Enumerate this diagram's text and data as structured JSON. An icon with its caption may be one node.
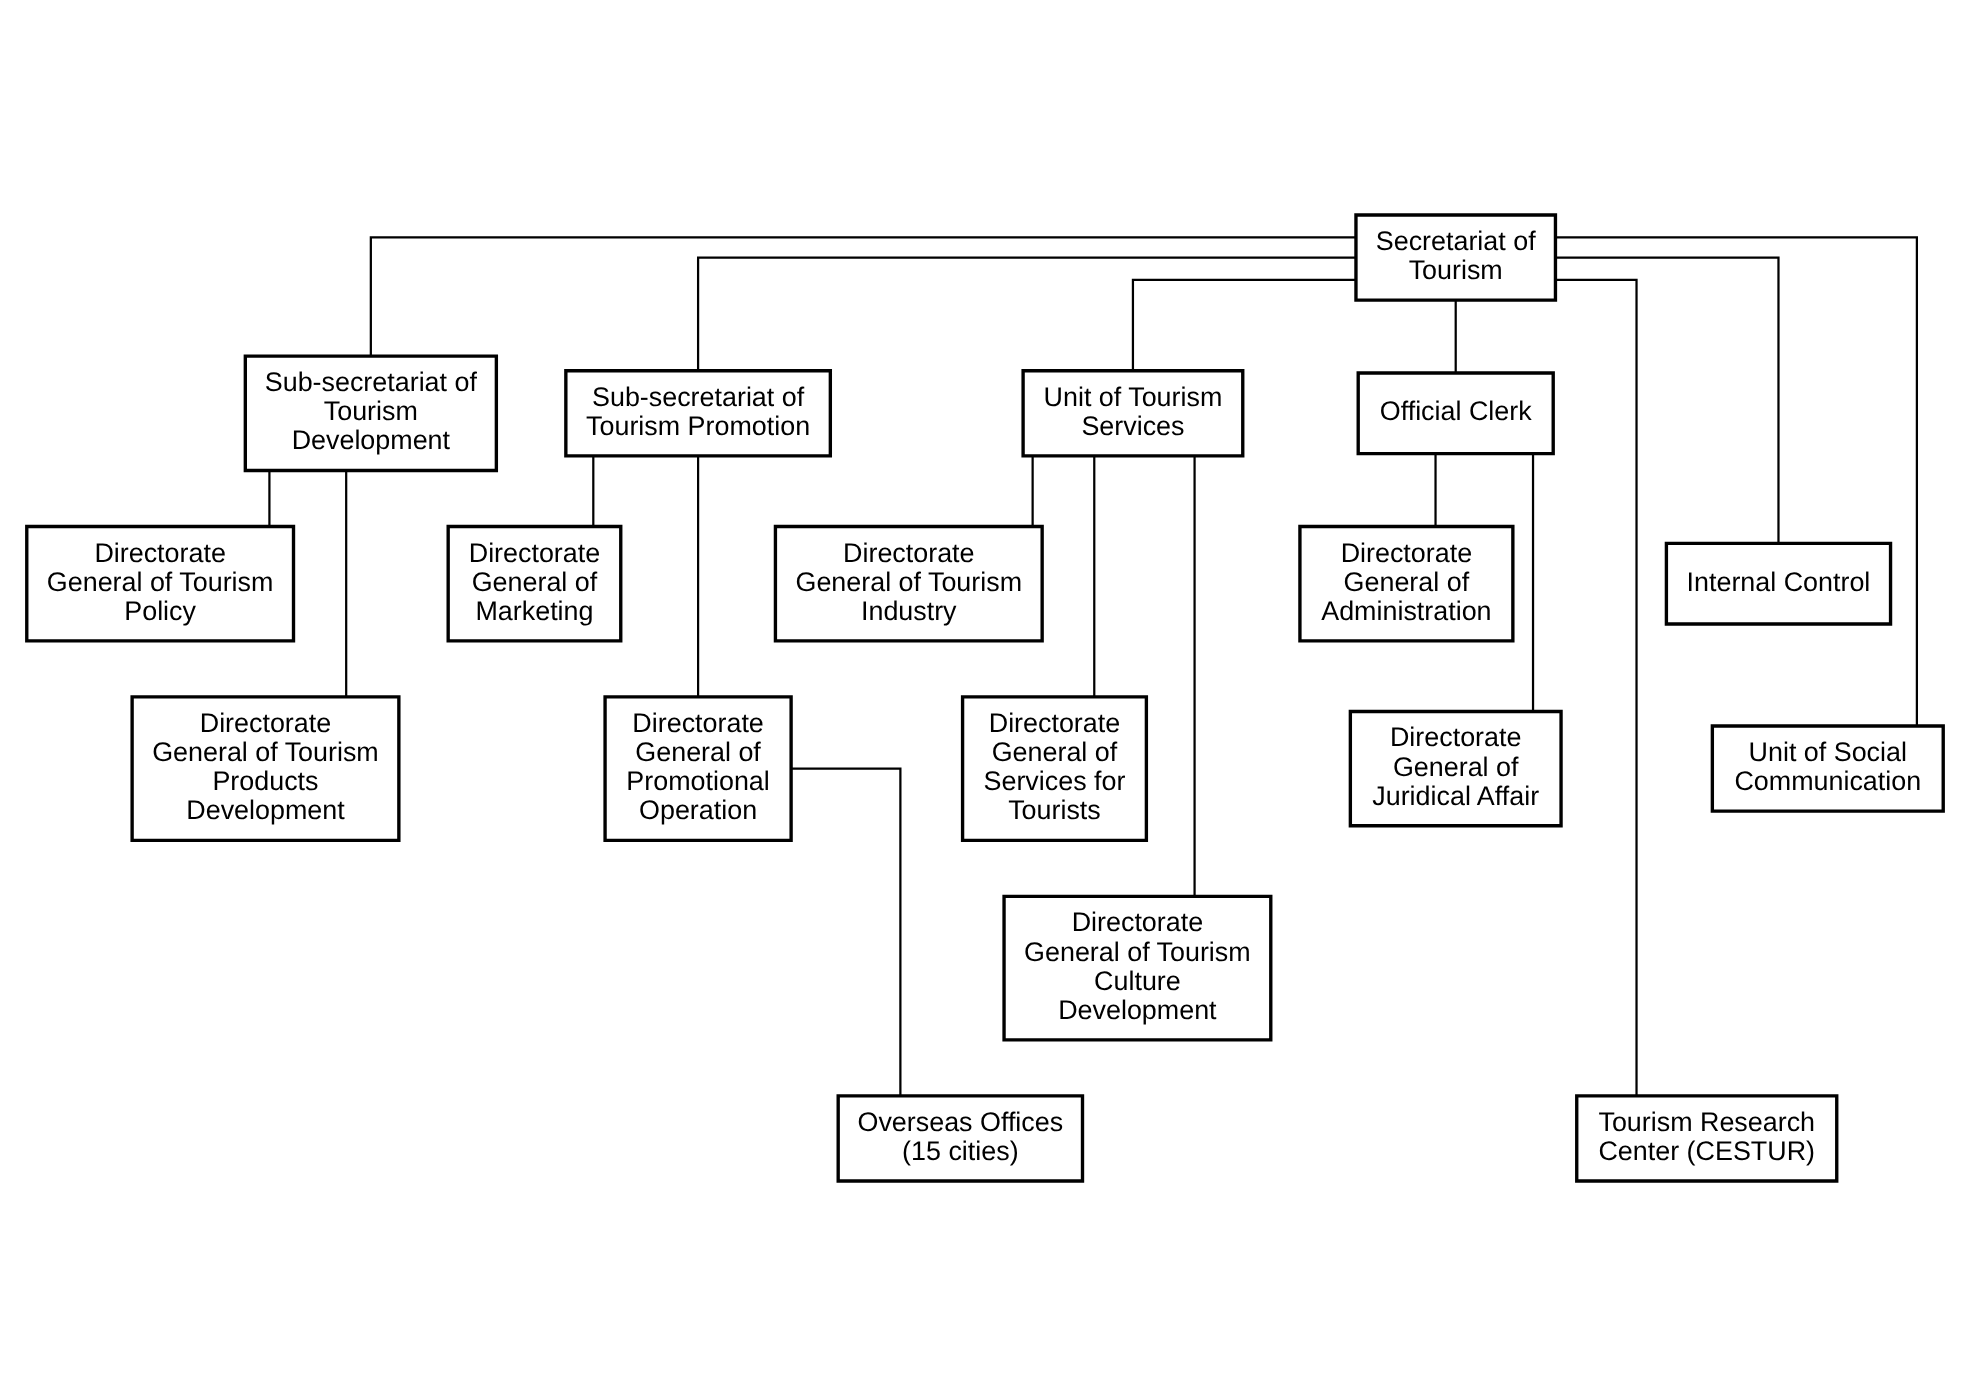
{
  "diagram": {
    "nodes": [
      {
        "text": [
          "Secretariat of Tourism"
        ]
      },
      {
        "text": [
          "Sub-secretariat of Tourism Development"
        ]
      },
      {
        "text": [
          "Sub-secretariat of Tourism Promotion"
        ]
      },
      {
        "text": [
          "Unit of Tourism Services"
        ]
      },
      {
        "text": [
          "Official Clerk"
        ]
      },
      {
        "text": [
          "Directorate General of Tourism Policy"
        ]
      },
      {
        "text": [
          "Directorate General of Marketing"
        ]
      },
      {
        "text": [
          "Directorate General of Tourism Industry"
        ]
      },
      {
        "text": [
          "Directorate General of Administration"
        ]
      },
      {
        "text": [
          "Internal Control"
        ]
      },
      {
        "text": [
          "Directorate General of Tourism Products Development"
        ]
      },
      {
        "text": [
          "Directorate General of Promotional Operation"
        ]
      },
      {
        "text": [
          "Directorate General of Services for Tourists"
        ]
      },
      {
        "text": [
          "Directorate General of Juridical Affair"
        ]
      },
      {
        "text": [
          "Unit of Social Communication"
        ]
      },
      {
        "text": [
          "Directorate General of Tourism Culture Development"
        ]
      },
      {
        "text": [
          "Overseas Offices (15 cities)"
        ]
      },
      {
        "text": [
          "Tourism Research Center (CESTUR)"
        ]
      }
    ],
    "edges": [
      {
        "from": 0,
        "to": 1,
        "arrow": "none"
      },
      {
        "from": 0,
        "to": 2,
        "arrow": "none"
      },
      {
        "from": 0,
        "to": 3,
        "arrow": "none"
      },
      {
        "from": 0,
        "to": 4,
        "arrow": "none"
      },
      {
        "from": 0,
        "to": 9,
        "arrow": "none"
      },
      {
        "from": 0,
        "to": 14,
        "arrow": "none"
      },
      {
        "from": 0,
        "to": 17,
        "arrow": "none"
      },
      {
        "from": 1,
        "to": 5,
        "arrow": "none"
      },
      {
        "from": 1,
        "to": 10,
        "arrow": "none"
      },
      {
        "from": 2,
        "to": 6,
        "arrow": "none"
      },
      {
        "from": 2,
        "to": 11,
        "arrow": "none"
      },
      {
        "from": 11,
        "to": 16,
        "arrow": "none"
      },
      {
        "from": 3,
        "to": 7,
        "arrow": "none"
      },
      {
        "from": 3,
        "to": 12,
        "arrow": "none"
      },
      {
        "from": 3,
        "to": 15,
        "arrow": "none"
      },
      {
        "from": 4,
        "to": 8,
        "arrow": "none"
      },
      {
        "from": 4,
        "to": 13,
        "arrow": "none"
      }
    ]
  }
}
